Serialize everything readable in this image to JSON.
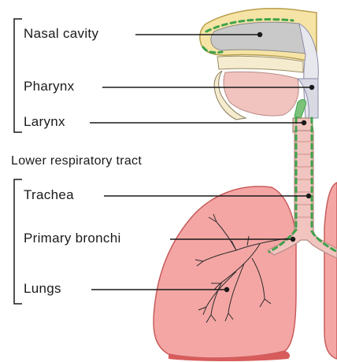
{
  "diagram": {
    "upper_labels": [
      "Nasal cavity",
      "Pharynx",
      "Larynx"
    ],
    "section_title": "Lower respiratory tract",
    "lower_labels": [
      "Trachea",
      "Primary bronchi",
      "Lungs"
    ]
  },
  "colors": {
    "lung_fill": "#f4a6a4",
    "lung_dark": "#d85c5c",
    "airway_pink": "#f2c4bf",
    "mucosa_green": "#3fa34d",
    "nasal_yellow": "#f6e4a6",
    "bone_cream": "#f5ecd0",
    "leader_line": "#1a1a1a"
  }
}
